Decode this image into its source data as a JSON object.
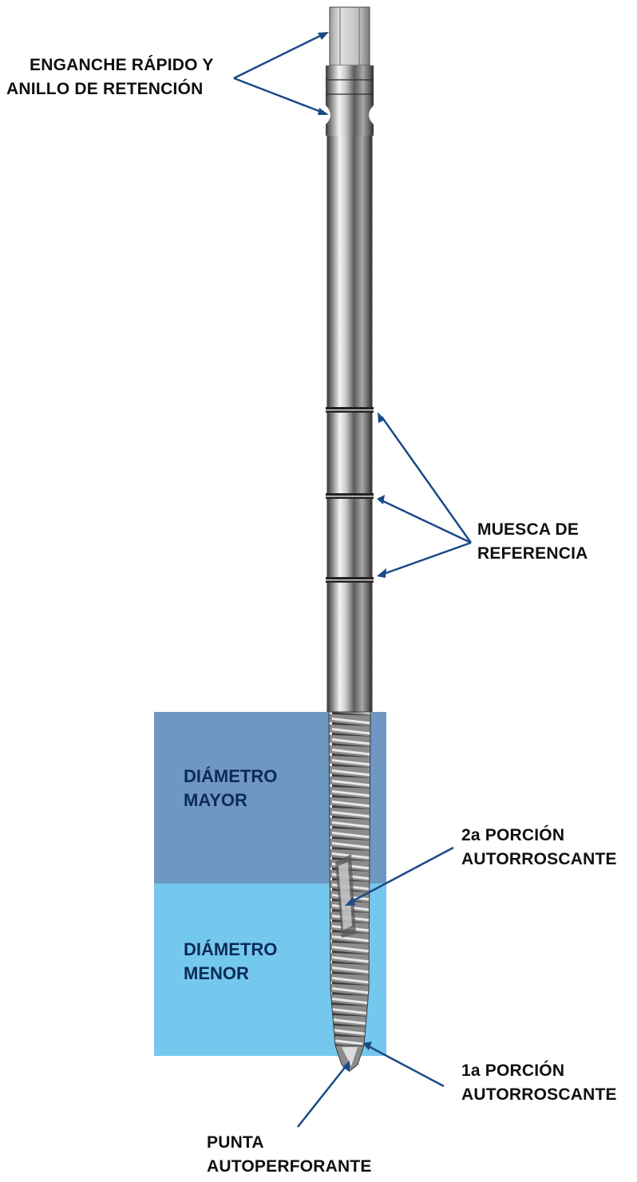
{
  "labels": {
    "quick_connect": [
      "ENGANCHE RÁPIDO Y",
      "ANILLO DE RETENCIÓN"
    ],
    "reference_notch": [
      "MUESCA DE",
      "REFERENCIA"
    ],
    "second_self_tapping": [
      "2a PORCIÓN",
      "AUTORROSCANTE"
    ],
    "first_self_tapping": [
      "1a PORCIÓN",
      "AUTORROSCANTE"
    ],
    "self_drilling_tip": [
      "PUNTA",
      "AUTOPERFORANTE"
    ]
  },
  "zones": {
    "major_diameter": [
      "DIÁMETRO",
      "MAYOR"
    ],
    "minor_diameter": [
      "DIÁMETRO",
      "MENOR"
    ]
  },
  "colors": {
    "major_zone": "#6e97c2",
    "minor_zone": "#74c8ee",
    "arrow": "#1b4a86",
    "text": "#101010"
  }
}
